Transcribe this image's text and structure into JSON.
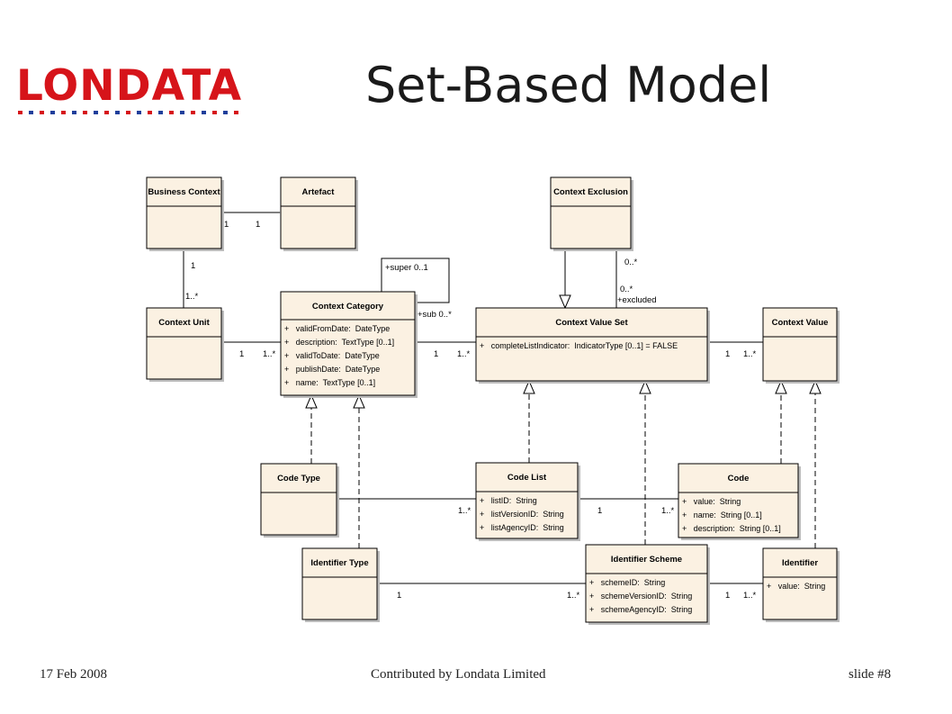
{
  "logo": {
    "text": "LONDATA"
  },
  "title": "Set-Based Model",
  "footer": {
    "date": "17 Feb 2008",
    "credit": "Contributed by Londata Limited",
    "slide": "slide #8"
  },
  "classes": {
    "business_context": {
      "name": "Business Context"
    },
    "artefact": {
      "name": "Artefact"
    },
    "context_exclusion": {
      "name": "Context Exclusion"
    },
    "context_unit": {
      "name": "Context Unit"
    },
    "context_category": {
      "name": "Context Category",
      "attributes": [
        "+   validFromDate:  DateType",
        "+   description:  TextType [0..1]",
        "+   validToDate:  DateType",
        "+   publishDate:  DateType",
        "+   name:  TextType [0..1]"
      ]
    },
    "context_value_set": {
      "name": "Context Value Set",
      "attributes": [
        "+   completeListIndicator:  IndicatorType [0..1] = FALSE"
      ]
    },
    "context_value": {
      "name": "Context Value"
    },
    "code_type": {
      "name": "Code Type"
    },
    "code_list": {
      "name": "Code List",
      "attributes": [
        "+   listID:  String",
        "+   listVersionID:  String",
        "+   listAgencyID:  String"
      ]
    },
    "code": {
      "name": "Code",
      "attributes": [
        "+   value:  String",
        "+   name:  String [0..1]",
        "+   description:  String [0..1]"
      ]
    },
    "identifier_type": {
      "name": "Identifier Type"
    },
    "identifier_scheme": {
      "name": "Identifier Scheme",
      "attributes": [
        "+   schemeID:  String",
        "+   schemeVersionID:  String",
        "+   schemeAgencyID:  String"
      ]
    },
    "identifier": {
      "name": "Identifier",
      "attributes": [
        "+   value:  String"
      ]
    }
  },
  "multiplicities": {
    "bc_art_left": "1",
    "bc_art_right": "1",
    "bc_cu_top": "1",
    "bc_cu_bottom": "1..*",
    "cu_cc_left": "1",
    "cu_cc_right": "1..*",
    "super": "+super 0..1",
    "sub": "+sub 0..*",
    "cc_cvs_left": "1",
    "cc_cvs_right": "1..*",
    "ce_top": "0..*",
    "ce_bottom": "0..*",
    "excluded": "+excluded",
    "cvs_cv_left": "1",
    "cvs_cv_right": "1..*",
    "ct_cl": "1..*",
    "cl_code_left": "1",
    "cl_code_right": "1..*",
    "it_is_left": "1",
    "it_is_right": "1..*",
    "is_id_left": "1",
    "is_id_right": "1..*"
  },
  "colors": {
    "logo_red": "#d6141a",
    "logo_blue": "#1f3f9b",
    "class_fill": "#fbf1e2",
    "class_shadow": "#bcbcbc"
  }
}
